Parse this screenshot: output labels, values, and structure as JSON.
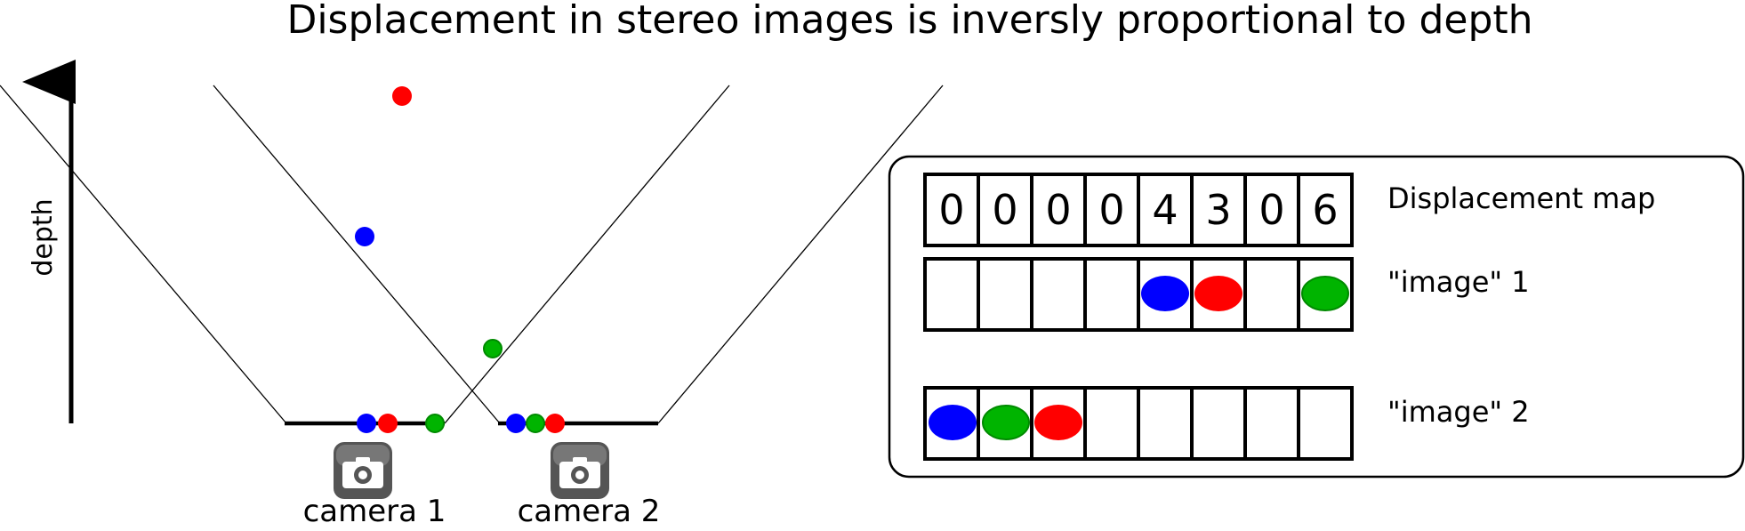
{
  "title": "Displacement in stereo images is inversly proportional to depth",
  "axis_label": "depth",
  "colors": {
    "red": "#ff0000",
    "blue": "#0000ff",
    "green": "#00b400",
    "green_stroke": "#008a00",
    "camera_icon": "#555555"
  },
  "cameras": [
    {
      "label": "camera 1",
      "icon": "camera-icon"
    },
    {
      "label": "camera 2",
      "icon": "camera-icon"
    }
  ],
  "panel": {
    "rows": [
      {
        "label": "Displacement map",
        "cells": [
          "0",
          "0",
          "0",
          "0",
          "4",
          "3",
          "0",
          "6"
        ]
      },
      {
        "label": "\"image\" 1",
        "cells": [
          "",
          "",
          "",
          "",
          "blue",
          "red",
          "",
          "green"
        ]
      },
      {
        "label": "\"image\" 2",
        "cells": [
          "blue",
          "green",
          "red",
          "",
          "",
          "",
          "",
          ""
        ]
      }
    ]
  }
}
